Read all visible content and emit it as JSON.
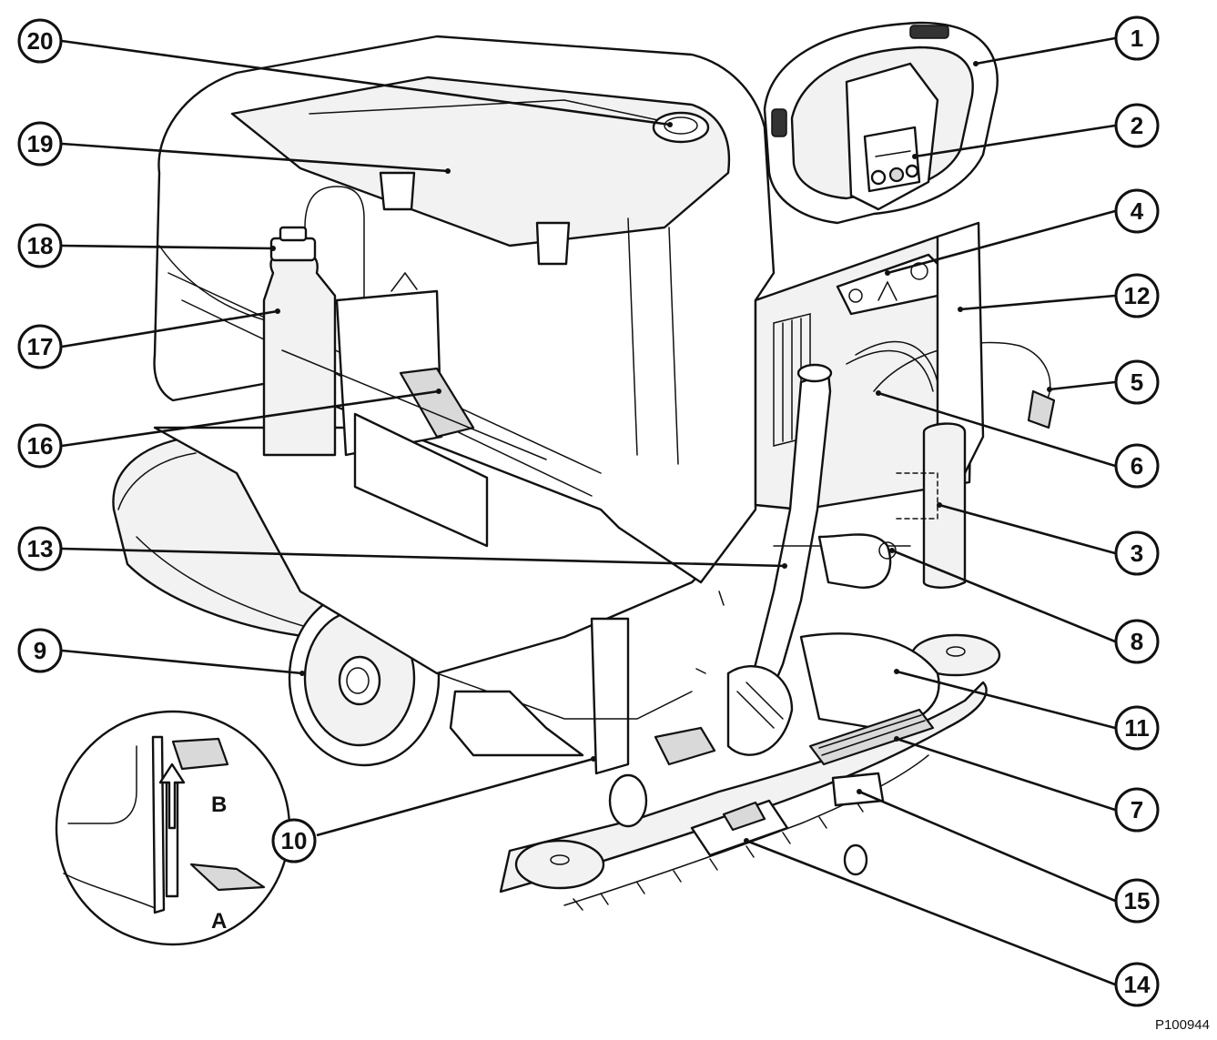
{
  "figure_code": "P100944",
  "inset": {
    "letter_a": "A",
    "letter_b": "B"
  },
  "callouts": [
    {
      "id": "1",
      "label": "1"
    },
    {
      "id": "2",
      "label": "2"
    },
    {
      "id": "3",
      "label": "3"
    },
    {
      "id": "4",
      "label": "4"
    },
    {
      "id": "5",
      "label": "5"
    },
    {
      "id": "6",
      "label": "6"
    },
    {
      "id": "7",
      "label": "7"
    },
    {
      "id": "8",
      "label": "8"
    },
    {
      "id": "9",
      "label": "9"
    },
    {
      "id": "10",
      "label": "10"
    },
    {
      "id": "11",
      "label": "11"
    },
    {
      "id": "12",
      "label": "12"
    },
    {
      "id": "13",
      "label": "13"
    },
    {
      "id": "14",
      "label": "14"
    },
    {
      "id": "15",
      "label": "15"
    },
    {
      "id": "16",
      "label": "16"
    },
    {
      "id": "17",
      "label": "17"
    },
    {
      "id": "18",
      "label": "18"
    },
    {
      "id": "19",
      "label": "19"
    },
    {
      "id": "20",
      "label": "20"
    }
  ]
}
